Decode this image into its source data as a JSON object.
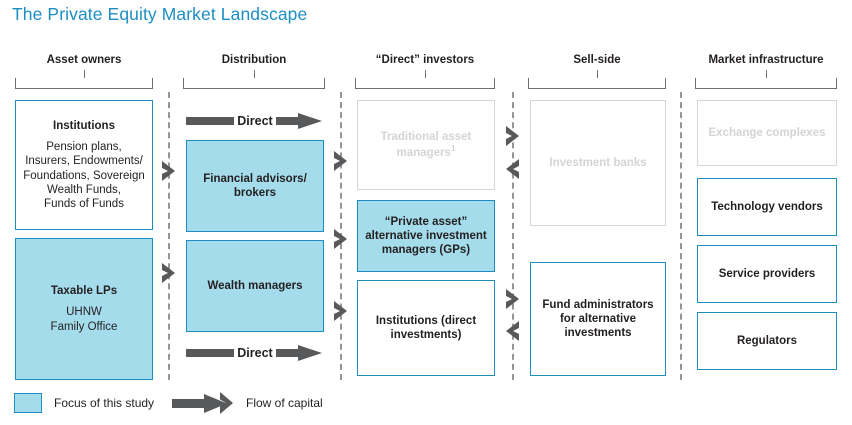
{
  "title": "The Private Equity Market Landscape",
  "colors": {
    "title_blue": "#1d8ec2",
    "box_border_blue": "#1d8ec2",
    "fill_cyan": "#a5dceb",
    "muted_grey": "#d4d4d4",
    "arrow_grey": "#58595b",
    "divider_grey": "#939598",
    "text_black": "#231f20"
  },
  "columns": [
    {
      "id": "asset-owners",
      "header": "Asset owners"
    },
    {
      "id": "distribution",
      "header": "Distribution"
    },
    {
      "id": "direct-investors",
      "header": "“Direct” investors"
    },
    {
      "id": "sell-side",
      "header": "Sell-side"
    },
    {
      "id": "market-infrastructure",
      "header": "Market infrastructure"
    }
  ],
  "boxes": {
    "institutions": {
      "title": "Institutions",
      "sub": "Pension plans,\nInsurers, Endowments/\nFoundations, Sovereign\nWealth Funds,\nFunds of Funds",
      "style": "outline"
    },
    "taxable_lps": {
      "title": "Taxable LPs",
      "sub": "UHNW\nFamily Office",
      "style": "filled"
    },
    "financial_advisors": {
      "title": "Financial advisors/\nbrokers",
      "sub": "",
      "style": "filled"
    },
    "wealth_managers": {
      "title": "Wealth managers",
      "sub": "",
      "style": "filled"
    },
    "traditional_am": {
      "title": "Traditional asset\nmanagers",
      "footnote": "1",
      "sub": "",
      "style": "muted"
    },
    "private_asset_gps": {
      "title": "“Private asset”\nalternative investment\nmanagers (GPs)",
      "sub": "",
      "style": "filled"
    },
    "institutions_direct": {
      "title": "Institutions (direct\ninvestments)",
      "sub": "",
      "style": "outline"
    },
    "investment_banks": {
      "title": "Investment banks",
      "sub": "",
      "style": "muted"
    },
    "fund_admins": {
      "title": "Fund administrators\nfor alternative\ninvestments",
      "sub": "",
      "style": "outline"
    },
    "exchange_complexes": {
      "title": "Exchange complexes",
      "sub": "",
      "style": "muted"
    },
    "technology_vendors": {
      "title": "Technology vendors",
      "sub": "",
      "style": "outline"
    },
    "service_providers": {
      "title": "Service providers",
      "sub": "",
      "style": "outline"
    },
    "regulators": {
      "title": "Regulators",
      "sub": "",
      "style": "outline"
    }
  },
  "direct_arrows": {
    "top_label": "Direct",
    "bottom_label": "Direct"
  },
  "legend": {
    "focus_label": "Focus of this study",
    "flow_label": "Flow of capital"
  }
}
